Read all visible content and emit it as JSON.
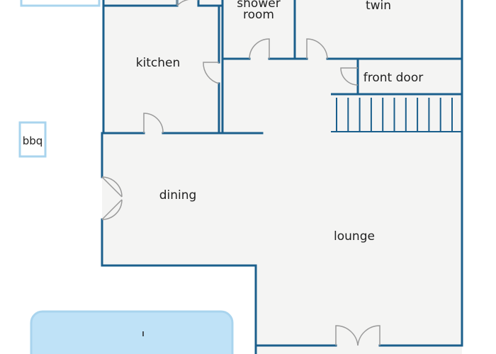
{
  "rooms": {
    "shower_room": {
      "line1": "shower",
      "line2": "room"
    },
    "twin": "twin",
    "kitchen": "kitchen",
    "front_door": "front door",
    "dining": "dining",
    "lounge": "lounge",
    "bbq": "bbq"
  },
  "colors": {
    "wall": "#1b5f8c",
    "floor": "#f4f4f3",
    "outline_light": "#a9d4ee",
    "pool_fill": "#bfe2f7",
    "door_line": "#9a9a9a",
    "text": "#222222"
  }
}
